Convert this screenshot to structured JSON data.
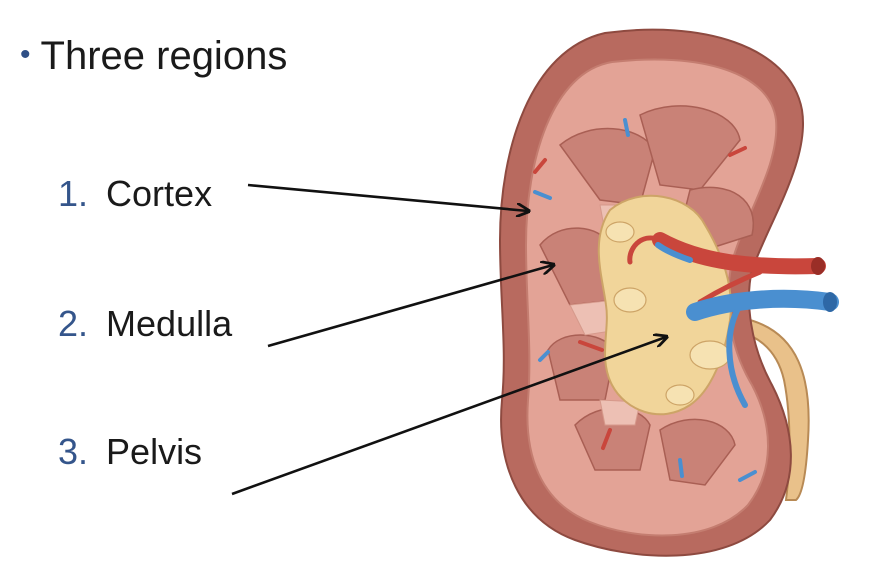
{
  "heading": {
    "bullet": "•",
    "text": "Three regions"
  },
  "regions": [
    {
      "number": "1.",
      "label": "Cortex"
    },
    {
      "number": "2.",
      "label": "Medulla"
    },
    {
      "number": "3.",
      "label": "Pelvis"
    }
  ],
  "colors": {
    "capsule": "#b86a5f",
    "cortex": "#e3a396",
    "pyramid": "#c98277",
    "pelvis": "#f1d59a",
    "artery": "#c9463c",
    "vein": "#4a8fd0",
    "ureter": "#e9c18a",
    "bullet_blue": "#2f4f86"
  }
}
